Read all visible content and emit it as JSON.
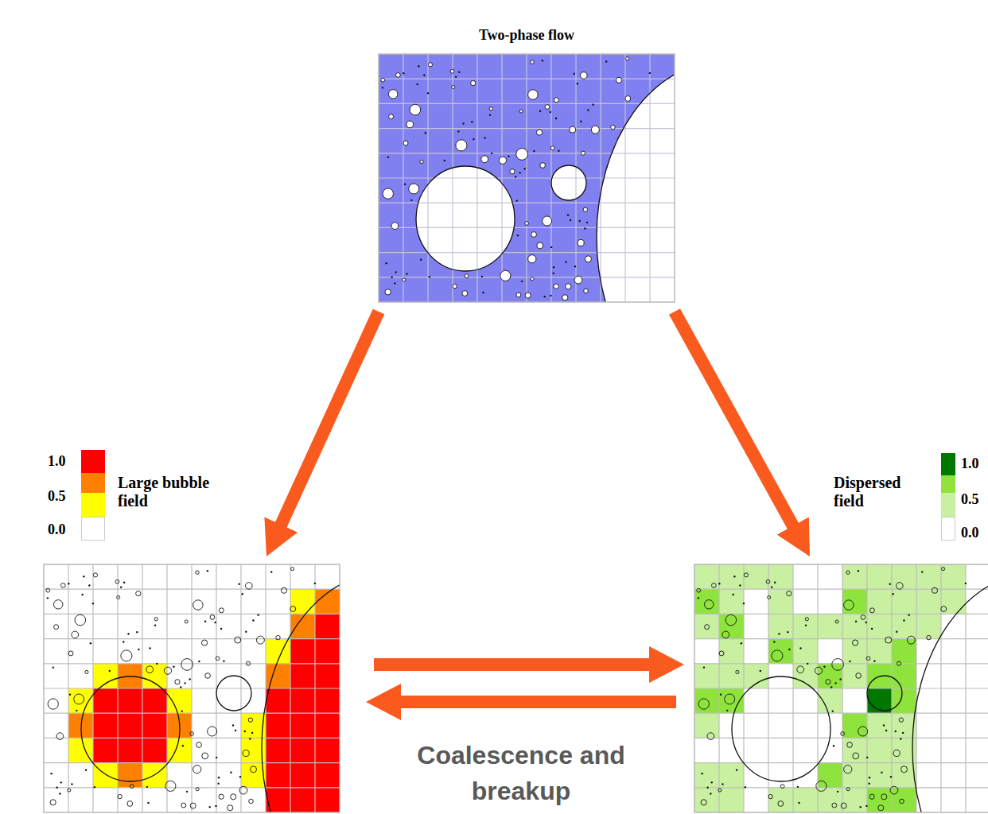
{
  "diagram": {
    "nodes": [
      {
        "text": [
          "Two-phase flow"
        ]
      },
      {
        "text": [
          "Large bubble field"
        ]
      },
      {
        "text": [
          "Dispersed field"
        ]
      }
    ],
    "edges": [
      {
        "from": 0,
        "to": 1,
        "arrow": "to"
      },
      {
        "from": 0,
        "to": 2,
        "arrow": "to"
      },
      {
        "from": 1,
        "to": 2,
        "arrow": "to"
      },
      {
        "from": 2,
        "to": 1,
        "arrow": "to",
        "label": "Coalescence and breakup"
      }
    ],
    "legend": [
      {
        "text": "1.0",
        "color": "#ff0000"
      },
      {
        "text": "0.5",
        "color": "#ff8000"
      },
      {
        "text": "0.0",
        "color": "#ffffff"
      },
      {
        "text": "1.0",
        "color": "#007800"
      },
      {
        "text": "0.5",
        "color": "#c8f0a0"
      },
      {
        "text": "0.0",
        "color": "#ffffff"
      }
    ]
  }
}
